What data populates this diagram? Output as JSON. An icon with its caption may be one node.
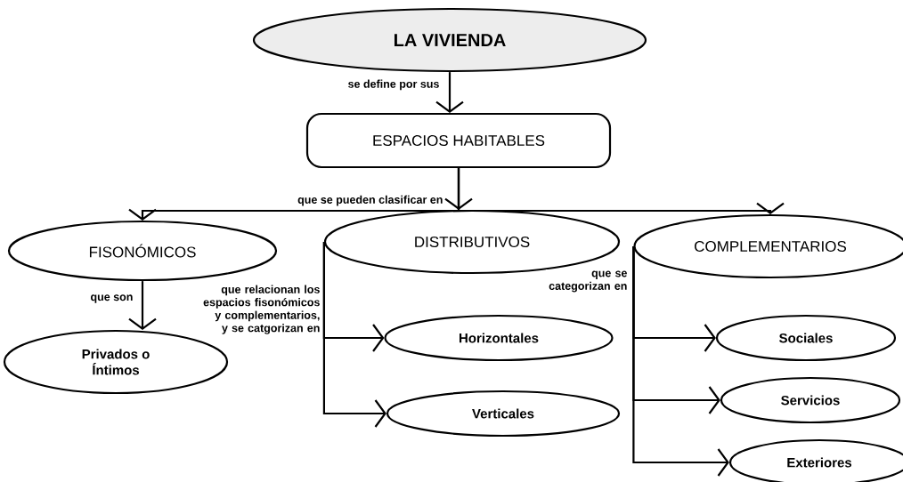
{
  "diagram": {
    "nodes": [
      {
        "text": [
          "LA VIVIENDA"
        ]
      },
      {
        "text": [
          "ESPACIOS HABITABLES"
        ]
      },
      {
        "text": [
          "FISONÓMICOS"
        ]
      },
      {
        "text": [
          "DISTRIBUTIVOS"
        ]
      },
      {
        "text": [
          "COMPLEMENTARIOS"
        ]
      },
      {
        "text": [
          "Privados o Íntimos"
        ]
      },
      {
        "text": [
          "Horizontales"
        ]
      },
      {
        "text": [
          "Verticales"
        ]
      },
      {
        "text": [
          "Sociales"
        ]
      },
      {
        "text": [
          "Servicios"
        ]
      },
      {
        "text": [
          "Exteriores"
        ]
      }
    ],
    "edges": [
      {
        "from": 0,
        "to": 1,
        "arrow": "to",
        "label": "se define por sus"
      },
      {
        "from": 1,
        "to": 2,
        "arrow": "to",
        "label": "que se pueden clasificar en"
      },
      {
        "from": 1,
        "to": 3,
        "arrow": "to"
      },
      {
        "from": 1,
        "to": 4,
        "arrow": "to"
      },
      {
        "from": 2,
        "to": 5,
        "arrow": "to",
        "label": "que son"
      },
      {
        "from": 3,
        "to": 6,
        "arrow": "to",
        "label": "que relacionan los espacios fisonómicos y complementarios, y se catgorizan en"
      },
      {
        "from": 3,
        "to": 7,
        "arrow": "to"
      },
      {
        "from": 4,
        "to": 8,
        "arrow": "to",
        "label": "que se categorizan en"
      },
      {
        "from": 4,
        "to": 9,
        "arrow": "to"
      },
      {
        "from": 4,
        "to": 10,
        "arrow": "to"
      }
    ]
  }
}
